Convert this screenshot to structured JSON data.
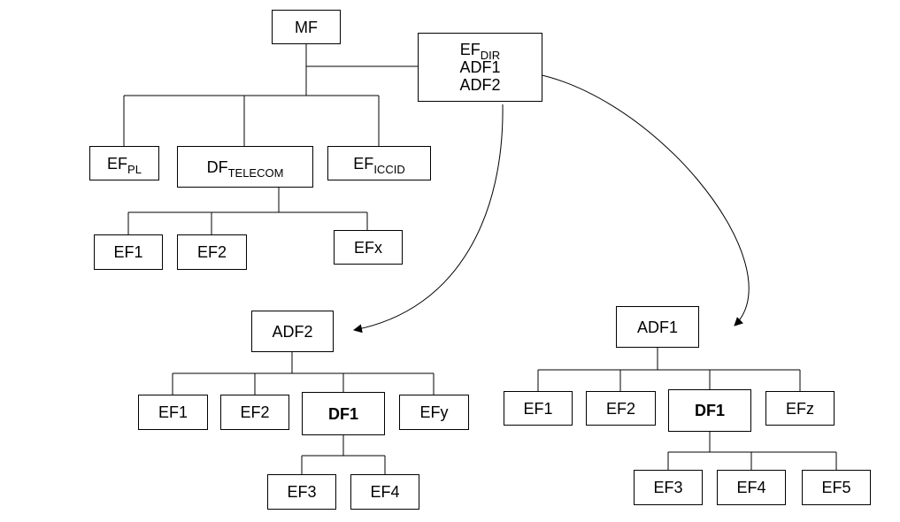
{
  "mf": {
    "label": "MF"
  },
  "ef_dir": {
    "main": "EF",
    "sub": "DIR",
    "line1": "ADF1",
    "line2": "ADF2"
  },
  "ef_pl": {
    "main": "EF",
    "sub": "PL"
  },
  "df_telecom": {
    "main": "DF",
    "sub": "TELECOM"
  },
  "ef_iccid": {
    "main": "EF",
    "sub": "ICCID"
  },
  "telecom_children": [
    "EF1",
    "EF2",
    "EFx"
  ],
  "adf2": {
    "label": "ADF2",
    "children": [
      "EF1",
      "EF2",
      "DF1",
      "EFy"
    ],
    "df1_children": [
      "EF3",
      "EF4"
    ]
  },
  "adf1": {
    "label": "ADF1",
    "children": [
      "EF1",
      "EF2",
      "DF1",
      "EFz"
    ],
    "df1_children": [
      "EF3",
      "EF4",
      "EF5"
    ]
  }
}
